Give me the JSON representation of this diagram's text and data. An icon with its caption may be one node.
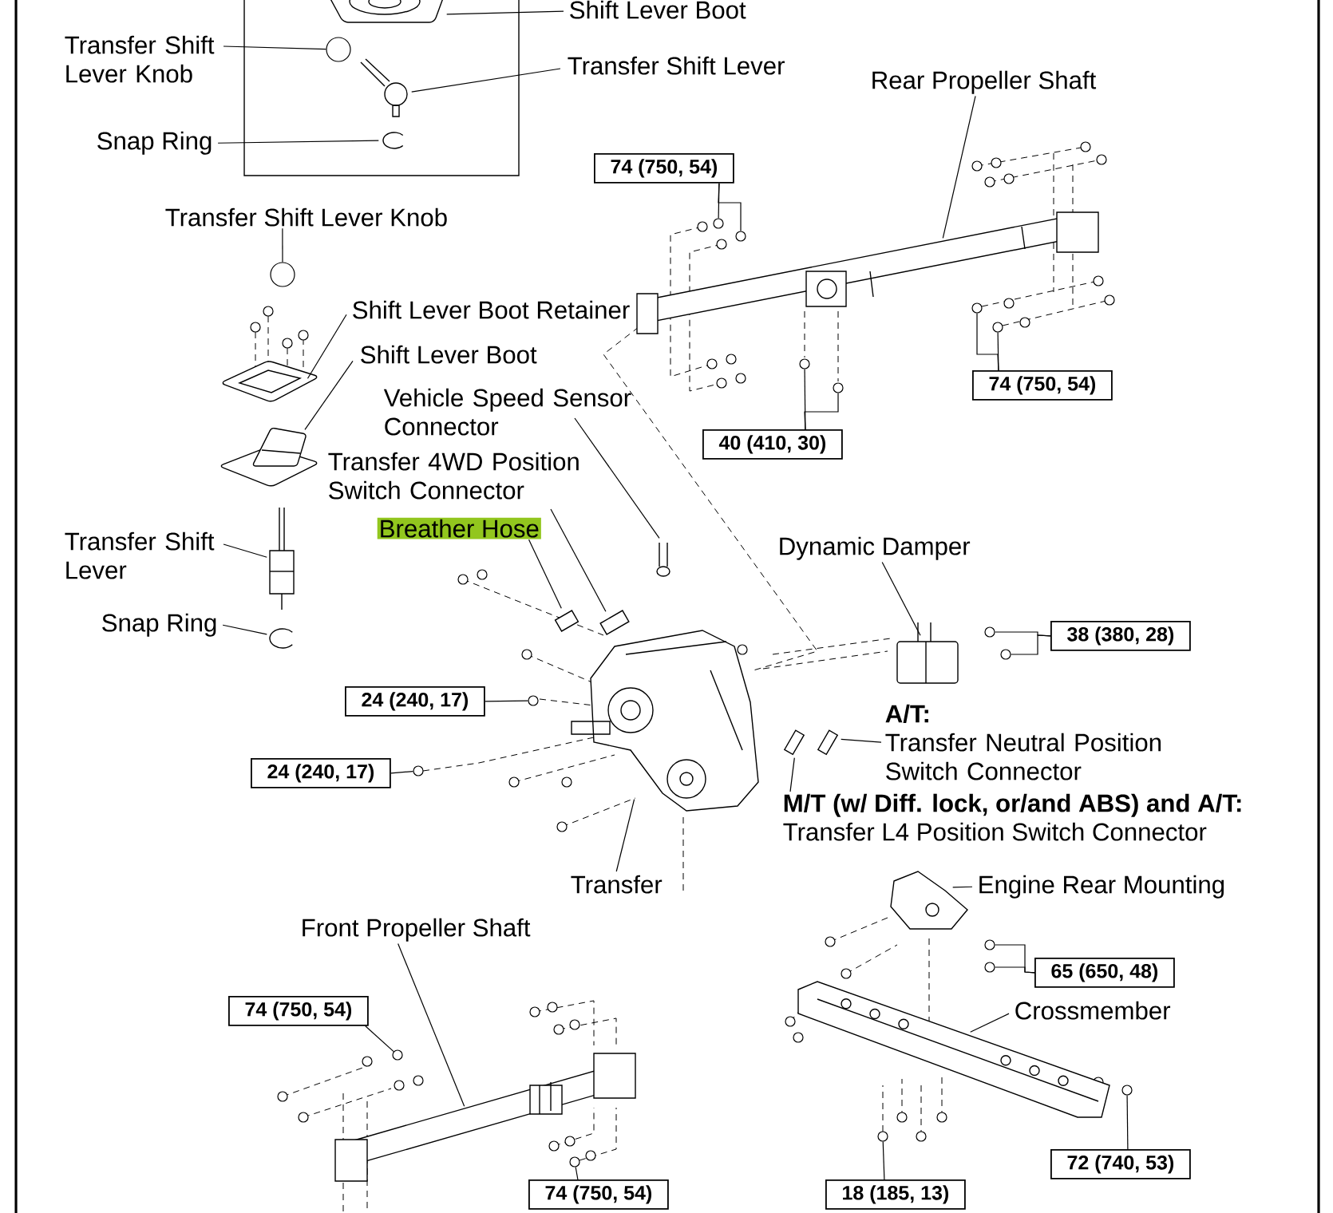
{
  "diagram": {
    "nodes": [
      {
        "text": [
          "Shift Lever Boot"
        ]
      },
      {
        "text": [
          "Transfer Shift Lever Knob"
        ]
      },
      {
        "text": [
          "Transfer Shift Lever"
        ]
      },
      {
        "text": [
          "Snap Ring"
        ]
      },
      {
        "text": [
          "Rear Propeller Shaft"
        ]
      },
      {
        "text": [
          "74 (750, 54)"
        ]
      },
      {
        "text": [
          "Transfer Shift Lever Knob"
        ]
      },
      {
        "text": [
          "Shift Lever Boot Retainer"
        ]
      },
      {
        "text": [
          "Shift Lever Boot"
        ]
      },
      {
        "text": [
          "74 (750, 54)"
        ]
      },
      {
        "text": [
          "Vehicle Speed Sensor Connector"
        ]
      },
      {
        "text": [
          "40 (410, 30)"
        ]
      },
      {
        "text": [
          "Transfer 4WD Position Switch Connector"
        ]
      },
      {
        "text": [
          "Transfer Shift Lever"
        ]
      },
      {
        "text": [
          "Breather Hose"
        ]
      },
      {
        "text": [
          "Dynamic Damper"
        ]
      },
      {
        "text": [
          "Snap Ring"
        ]
      },
      {
        "text": [
          "38 (380, 28)"
        ]
      },
      {
        "text": [
          "24 (240, 17)"
        ]
      },
      {
        "text": [
          "A/T:",
          "Transfer Neutral Position Switch Connector"
        ]
      },
      {
        "text": [
          "24 (240, 17)"
        ]
      },
      {
        "text": [
          "M/T (w/ Diff. lock, or/and ABS) and A/T:",
          "Transfer L4 Position Switch Connector"
        ]
      },
      {
        "text": [
          "Transfer"
        ]
      },
      {
        "text": [
          "Engine Rear Mounting"
        ]
      },
      {
        "text": [
          "Front Propeller Shaft"
        ]
      },
      {
        "text": [
          "65 (650, 48)"
        ]
      },
      {
        "text": [
          "74 (750, 54)"
        ]
      },
      {
        "text": [
          "Crossmember"
        ]
      },
      {
        "text": [
          "72 (740, 53)"
        ]
      },
      {
        "text": [
          "18 (185, 13)"
        ]
      },
      {
        "text": [
          "74 (750, 54)"
        ]
      },
      {
        "text": [],
        "shape": "picture"
      },
      {
        "text": [],
        "shape": "circle"
      },
      {
        "text": [],
        "shape": "picture"
      },
      {
        "text": [],
        "shape": "picture"
      },
      {
        "text": [],
        "shape": "picture"
      },
      {
        "text": [],
        "shape": "circle"
      },
      {
        "text": [],
        "shape": "picture"
      },
      {
        "text": [],
        "shape": "picture"
      },
      {
        "text": [],
        "shape": "picture"
      },
      {
        "text": [],
        "shape": "picture"
      },
      {
        "text": [],
        "shape": "picture"
      },
      {
        "text": [],
        "shape": "picture"
      },
      {
        "text": [],
        "shape": "picture"
      },
      {
        "text": [],
        "shape": "picture"
      },
      {
        "text": [],
        "shape": "picture"
      },
      {
        "text": [],
        "shape": "picture"
      },
      {
        "text": [],
        "shape": "picture"
      },
      {
        "text": [],
        "shape": "picture"
      },
      {
        "text": [],
        "shape": "picture"
      },
      {
        "text": [],
        "shape": "picture"
      },
      {
        "text": [],
        "shape": "circle"
      },
      {
        "text": [],
        "shape": "circle"
      },
      {
        "text": [],
        "shape": "circle"
      },
      {
        "text": [],
        "shape": "circle"
      },
      {
        "text": [],
        "shape": "circle"
      },
      {
        "text": [],
        "shape": "circle"
      },
      {
        "text": [],
        "shape": "circle"
      },
      {
        "text": [],
        "shape": "circle"
      },
      {
        "text": [],
        "shape": "circle"
      },
      {
        "text": [],
        "shape": "circle"
      },
      {
        "text": [],
        "shape": "circle"
      },
      {
        "text": [],
        "shape": "circle"
      },
      {
        "text": [],
        "shape": "circle"
      },
      {
        "text": [],
        "shape": "circle"
      },
      {
        "text": [],
        "shape": "circle"
      },
      {
        "text": [],
        "shape": "circle"
      }
    ],
    "edges": [
      {
        "from": 0,
        "to": 31,
        "arrow": "none"
      },
      {
        "from": 1,
        "to": 32,
        "arrow": "none"
      },
      {
        "from": 2,
        "to": 33,
        "arrow": "none"
      },
      {
        "from": 3,
        "to": 34,
        "arrow": "none"
      },
      {
        "from": 4,
        "to": 35,
        "arrow": "none"
      },
      {
        "from": 5,
        "to": 51,
        "arrow": "none"
      },
      {
        "from": 5,
        "to": 52,
        "arrow": "none"
      },
      {
        "from": 6,
        "to": 36,
        "arrow": "none"
      },
      {
        "from": 7,
        "to": 37,
        "arrow": "none"
      },
      {
        "from": 8,
        "to": 38,
        "arrow": "none"
      },
      {
        "from": 9,
        "to": 53,
        "arrow": "none"
      },
      {
        "from": 9,
        "to": 54,
        "arrow": "none"
      },
      {
        "from": 10,
        "to": 39,
        "arrow": "none"
      },
      {
        "from": 11,
        "to": 55,
        "arrow": "none"
      },
      {
        "from": 11,
        "to": 56,
        "arrow": "none"
      },
      {
        "from": 12,
        "to": 41,
        "arrow": "none"
      },
      {
        "from": 13,
        "to": 40,
        "arrow": "none"
      },
      {
        "from": 14,
        "to": 42,
        "arrow": "none"
      },
      {
        "from": 15,
        "to": 44,
        "arrow": "none"
      },
      {
        "from": 16,
        "to": 43,
        "arrow": "none"
      },
      {
        "from": 17,
        "to": 57,
        "arrow": "none"
      },
      {
        "from": 17,
        "to": 58,
        "arrow": "none"
      },
      {
        "from": 18,
        "to": 59,
        "arrow": "none"
      },
      {
        "from": 19,
        "to": 46,
        "arrow": "none"
      },
      {
        "from": 20,
        "to": 60,
        "arrow": "none"
      },
      {
        "from": 21,
        "to": 47,
        "arrow": "none"
      },
      {
        "from": 22,
        "to": 45,
        "arrow": "none"
      },
      {
        "from": 23,
        "to": 48,
        "arrow": "none"
      },
      {
        "from": 24,
        "to": 49,
        "arrow": "none"
      },
      {
        "from": 25,
        "to": 61,
        "arrow": "none"
      },
      {
        "from": 25,
        "to": 62,
        "arrow": "none"
      },
      {
        "from": 26,
        "to": 63,
        "arrow": "none"
      },
      {
        "from": 27,
        "to": 50,
        "arrow": "none"
      },
      {
        "from": 28,
        "to": 64,
        "arrow": "none"
      },
      {
        "from": 29,
        "to": 65,
        "arrow": "none"
      },
      {
        "from": 30,
        "to": 66,
        "arrow": "none"
      }
    ]
  }
}
